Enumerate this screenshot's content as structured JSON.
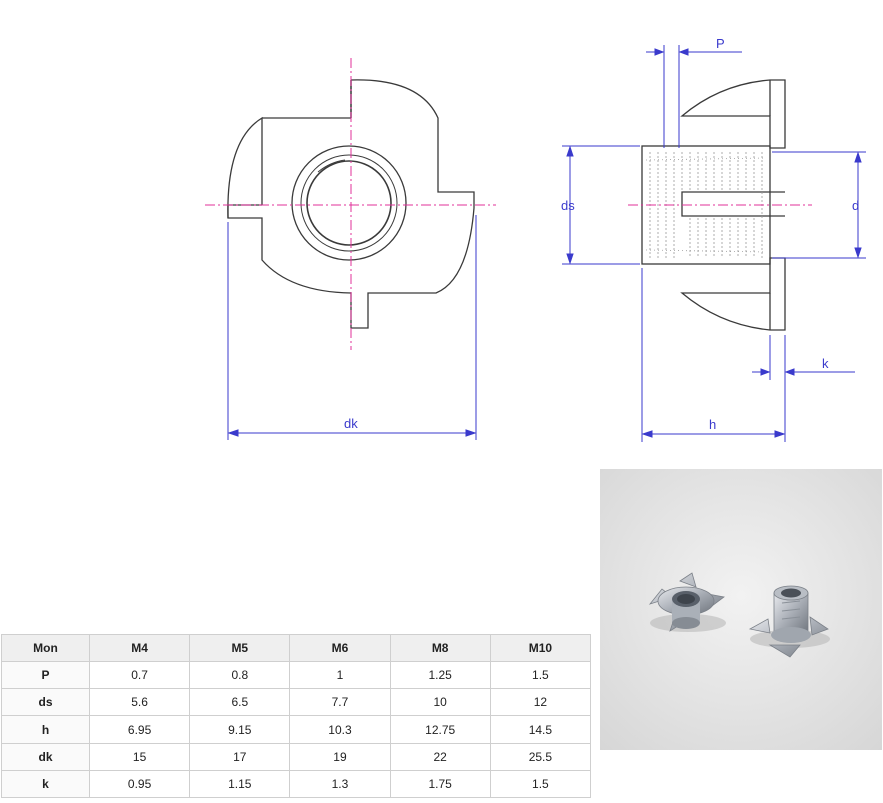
{
  "dimension_labels": {
    "P": "P",
    "ds": "ds",
    "d": "d",
    "k": "k",
    "dk": "dk",
    "h": "h"
  },
  "table": {
    "header": [
      "Mon",
      "M4",
      "M5",
      "M6",
      "M8",
      "M10"
    ],
    "rows": [
      {
        "label": "P",
        "values": [
          "0.7",
          "0.8",
          "1",
          "1.25",
          "1.5"
        ]
      },
      {
        "label": "ds",
        "values": [
          "5.6",
          "6.5",
          "7.7",
          "10",
          "12"
        ]
      },
      {
        "label": "h",
        "values": [
          "6.95",
          "9.15",
          "10.3",
          "12.75",
          "14.5"
        ]
      },
      {
        "label": "dk",
        "values": [
          "15",
          "17",
          "19",
          "22",
          "25.5"
        ]
      },
      {
        "label": "k",
        "values": [
          "0.95",
          "1.15",
          "1.3",
          "1.75",
          "1.5"
        ]
      }
    ]
  },
  "colors": {
    "outline": "#3a3a3a",
    "dimension": "#3a3acc",
    "centerline": "#e0309a"
  }
}
